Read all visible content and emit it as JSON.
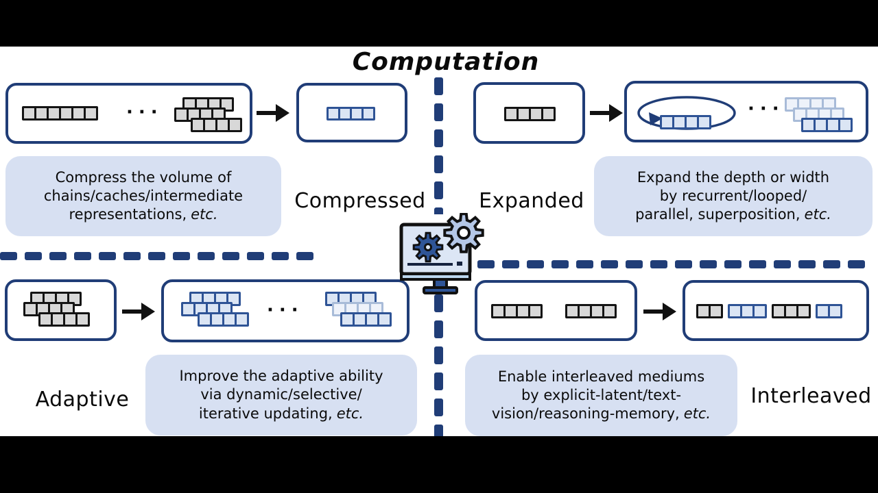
{
  "title": "Computation",
  "dots": "···",
  "colors": {
    "divider_navy": "#203d77",
    "divider_light_blue": "#4d74b8",
    "card_fill": "#d7e0f2",
    "square_gray_fill": "#d8d8d8",
    "square_blue_fill": "#dbe5f4",
    "square_blue_border": "#2e5395",
    "gear_large_fill": "#b4c7e7",
    "gear_small_fill": "#2f5597"
  },
  "quadrants": {
    "compressed": {
      "label": "Compressed",
      "card_lines": [
        "Compress the volume of",
        "chains/caches/intermediate",
        "representations,"
      ],
      "etc": "etc."
    },
    "expanded": {
      "label": "Expanded",
      "card_lines": [
        "Expand the depth or width",
        "by recurrent/looped/",
        "parallel, superposition,"
      ],
      "etc": "etc."
    },
    "adaptive": {
      "label": "Adaptive",
      "card_lines": [
        "Improve the adaptive ability",
        "via dynamic/selective/",
        "iterative updating,"
      ],
      "etc": "etc."
    },
    "interleaved": {
      "label": "Interleaved",
      "card_lines": [
        "Enable interleaved mediums",
        "by explicit-latent/text-",
        "vision/reasoning-memory,"
      ],
      "etc": "etc."
    }
  }
}
